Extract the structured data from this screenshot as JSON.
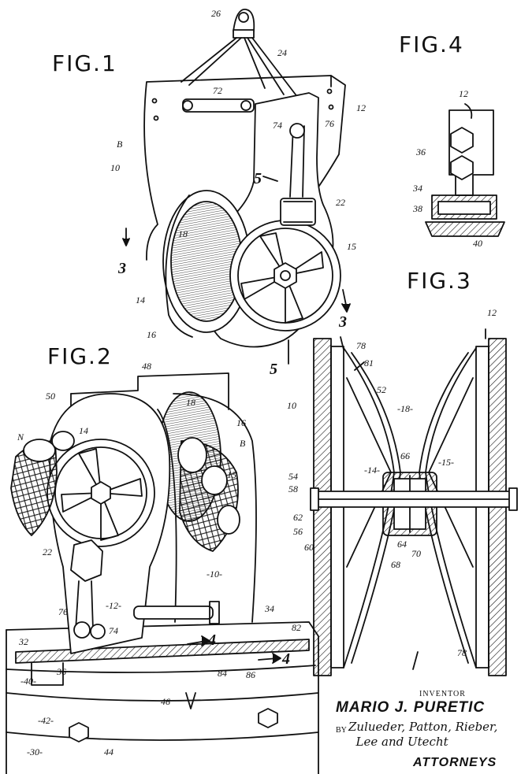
{
  "figures": {
    "fig1": "FIG.1",
    "fig2": "FIG.2",
    "fig3": "FIG.3",
    "fig4": "FIG.4"
  },
  "fig1_refs": {
    "r26": "26",
    "r24": "24",
    "r72": "72",
    "r74": "74",
    "r76": "76",
    "r12": "12",
    "rB": "B",
    "r10": "10",
    "r5": "5",
    "r22": "22",
    "r18": "18",
    "r15": "15",
    "r14": "14",
    "r16": "16",
    "r3a": "3",
    "r3b": "3",
    "r5b": "5"
  },
  "fig2_refs": {
    "r48": "48",
    "r50": "50",
    "r18": "18",
    "r16": "16",
    "rN": "N",
    "r14": "14",
    "rB": "B",
    "r15": "15",
    "r22": "22",
    "r10": "-10-",
    "r12": "-12-",
    "r76": "76",
    "r74": "74",
    "r34": "34",
    "r82": "82",
    "r32": "32",
    "r36": "36",
    "r4a": "4",
    "r4b": "4",
    "r84": "84",
    "r86": "86",
    "r40": "-40-",
    "r46": "46",
    "r42": "-42-",
    "r44": "44",
    "r30": "-30-"
  },
  "fig3_refs": {
    "r12": "12",
    "r78a": "78",
    "r81": "81",
    "r10": "10",
    "r52": "52",
    "r18": "-18-",
    "r66": "66",
    "r14": "-14-",
    "r15": "-15-",
    "r54": "54",
    "r58": "58",
    "r62": "62",
    "r56": "56",
    "r60": "60",
    "r64": "64",
    "r70": "70",
    "r68": "68",
    "r78b": "78"
  },
  "fig4_refs": {
    "r12": "12",
    "r36": "36",
    "r34": "34",
    "r38": "38",
    "r40": "40"
  },
  "signature_block": {
    "inventor_label": "INVENTOR",
    "inventor_name": "MARIO J. PURETIC",
    "by_label": "BY",
    "firm_signature": "Zulueder, Patton, Rieber,\n  Lee and Utecht",
    "attorneys_label": "ATTORNEYS"
  }
}
